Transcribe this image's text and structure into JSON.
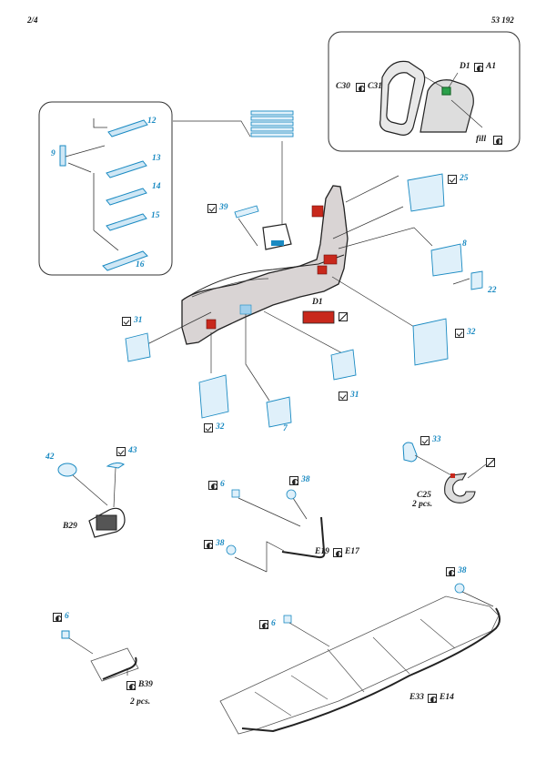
{
  "header": {
    "left": "2/4",
    "right": "53 192"
  },
  "labels": {
    "p12": "12",
    "p13": "13",
    "p14": "14",
    "p15": "15",
    "p16": "16",
    "p9": "9",
    "p39": "39",
    "p25": "25",
    "p8": "8",
    "p22": "22",
    "p31a": "31",
    "p31b": "31",
    "p32a": "32",
    "p32b": "32",
    "p7": "7",
    "d1_inset": "D1",
    "a1": "A1",
    "c30": "C30",
    "c31": "C31",
    "fill": "fill",
    "d1_main": "D1",
    "p42": "42",
    "p43": "43",
    "b29": "B29",
    "p33": "33",
    "c25": "C25",
    "c25_qty": "2 pcs.",
    "p6a": "6",
    "p38a": "38",
    "p38b": "38",
    "e19": "E19",
    "e17": "E17",
    "p6b": "6",
    "b39": "B39",
    "b39_qty": "2 pcs.",
    "p6c": "6",
    "p38c": "38",
    "e33": "E33",
    "e14": "E14"
  },
  "symbols": [
    "check-box-icon",
    "half-circle-box-icon",
    "diagonal-box-icon"
  ],
  "colors": {
    "part_blue": "#1a8ac2",
    "hull_red": "#c8281c",
    "hull_grey": "#d9d4d4",
    "paint_green": "#2aa04a"
  }
}
